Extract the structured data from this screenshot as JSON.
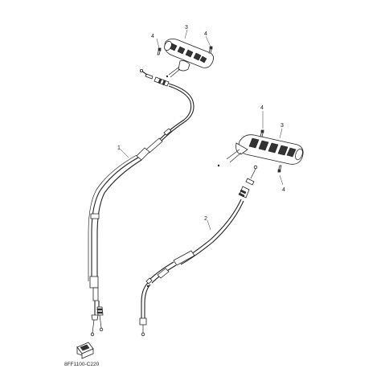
{
  "diagram": {
    "callouts": {
      "c1": "1",
      "c2": "2",
      "c3a": "3",
      "c3b": "3",
      "c4a": "4",
      "c4b": "4",
      "c4c": "4",
      "c4d": "4"
    },
    "catalog_code": "8FF1100-C220"
  }
}
